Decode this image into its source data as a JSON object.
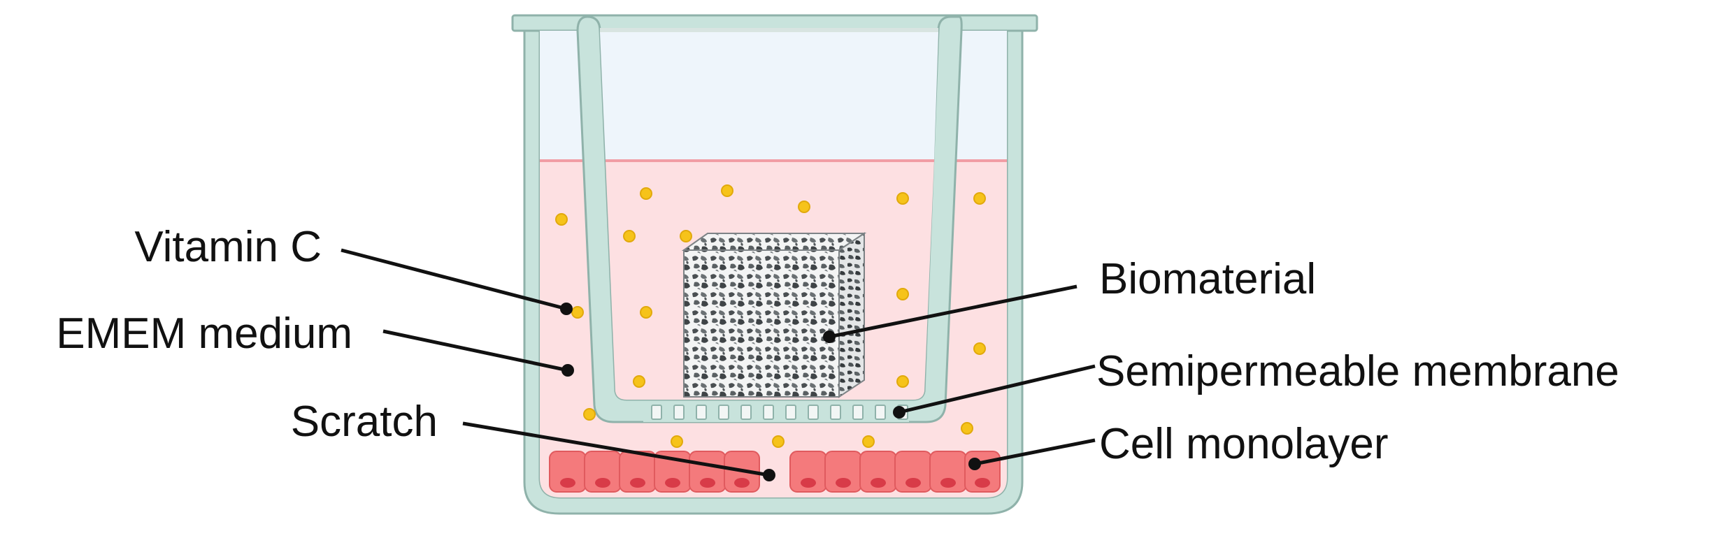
{
  "labels": {
    "vitamin_c": "Vitamin C",
    "emem_medium": "EMEM medium",
    "scratch": "Scratch",
    "biomaterial": "Biomaterial",
    "semipermeable_membrane": "Semipermeable membrane",
    "cell_monolayer": "Cell monolayer"
  },
  "colors": {
    "well_wall": "#c8e3dc",
    "well_outline": "#8fb2aa",
    "air": "#eef5fb",
    "medium": "#fde0e2",
    "medium_surface": "#f19da4",
    "vitamin_c_particle": "#f6c31a",
    "cell": "#f47a7c",
    "cell_nucleus": "#d83b48",
    "biomaterial": "#9da3a5",
    "label_text": "#111111"
  },
  "icons": [
    "vitamin-c-particle-icon",
    "cell-icon",
    "biomaterial-scaffold-icon",
    "membrane-pore-icon"
  ]
}
